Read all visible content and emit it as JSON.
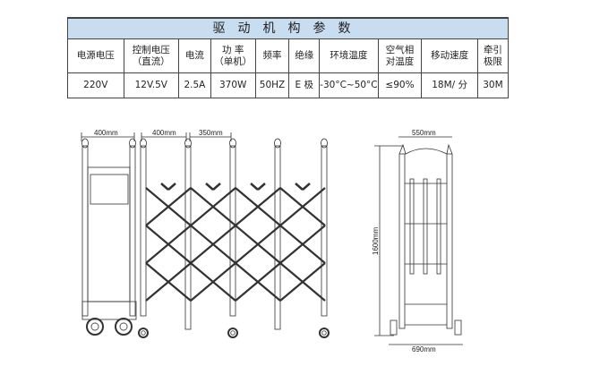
{
  "table": {
    "title": "驱动机构参数",
    "headers": [
      "电源电压",
      "控制电压（直流）",
      "电流",
      "功 率（单机）",
      "频率",
      "绝缘",
      "环境温度",
      "空气相对温度",
      "移动速度",
      "牵引极限"
    ],
    "header_lines": [
      [
        "电源电压"
      ],
      [
        "控制电压",
        "（直流）"
      ],
      [
        "电流"
      ],
      [
        "功 率",
        "（单机）"
      ],
      [
        "频率"
      ],
      [
        "绝缘"
      ],
      [
        "环境温度"
      ],
      [
        "空气相",
        "对温度"
      ],
      [
        "移动速度"
      ],
      [
        "牵引",
        "极限"
      ]
    ],
    "values": [
      "220V",
      "12V.5V",
      "2.5A",
      "370W",
      "50HZ",
      "E 极",
      "-30°C~50°C",
      "≤90%",
      "18M/ 分",
      "30M"
    ]
  },
  "drawing": {
    "front_dims": [
      "400mm",
      "400mm",
      "350mm"
    ],
    "side_dims": {
      "top": "550mm",
      "height": "1600mm",
      "bottom": "690mm"
    }
  }
}
